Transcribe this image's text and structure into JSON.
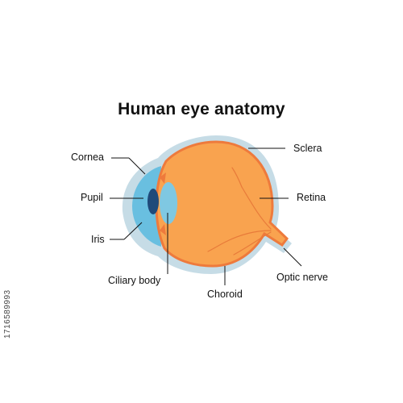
{
  "title": "Human eye anatomy",
  "labels": {
    "cornea": "Cornea",
    "pupil": "Pupil",
    "iris": "Iris",
    "ciliary_body": "Ciliary body",
    "choroid": "Choroid",
    "sclera": "Sclera",
    "retina": "Retina",
    "optic_nerve": "Optic nerve"
  },
  "stock_id": "1716589993",
  "colors": {
    "sclera_outer": "#c6dce6",
    "eyeball": "#f9a34f",
    "choroid_rim": "#ee7a3c",
    "cornea": "#69bfe0",
    "pupil": "#1f4a7a",
    "lens": "#7fc8e2",
    "vessels": "#e87b3a"
  }
}
